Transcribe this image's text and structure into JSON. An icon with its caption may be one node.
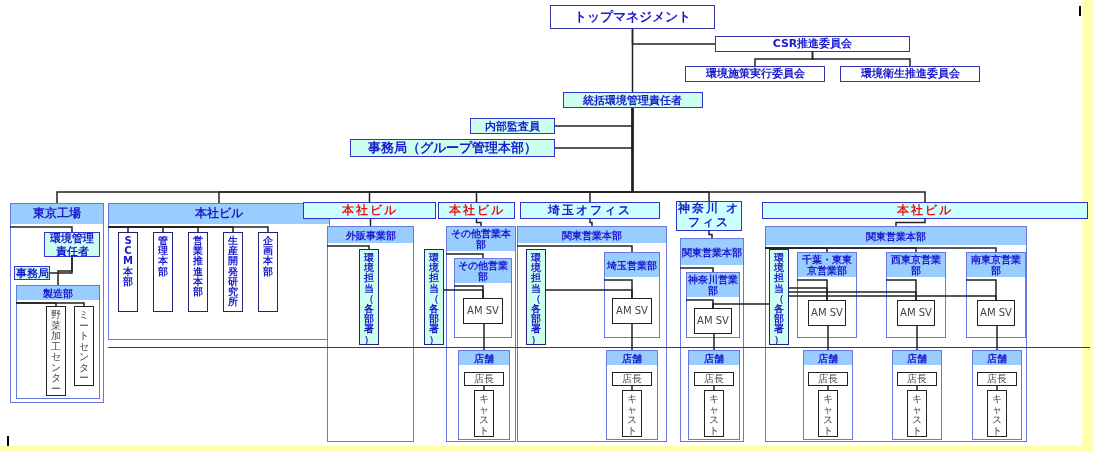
{
  "diagram": {
    "nodes": [
      {
        "text": [
          "トップマネジメント"
        ]
      },
      {
        "text": [
          "CSR推進委員会"
        ]
      },
      {
        "text": [
          "環境施策実行委員会"
        ]
      },
      {
        "text": [
          "環境衛生推進委員会"
        ]
      },
      {
        "text": [
          "統括環境管理責任者"
        ]
      },
      {
        "text": [
          "内部監査員"
        ]
      },
      {
        "text": [
          "事務局（グループ管理本部）"
        ]
      },
      {
        "text": [
          "東京工場"
        ]
      },
      {
        "text": [
          "環境管理責任者"
        ],
        "in": 7
      },
      {
        "text": [
          "事務局"
        ],
        "in": 7
      },
      {
        "text": [
          "製造部"
        ],
        "in": 7
      },
      {
        "text": [
          "野菜加工センター"
        ],
        "in": 10
      },
      {
        "text": [
          "ミートセンター"
        ],
        "in": 10
      },
      {
        "text": [
          "本社ビル"
        ]
      },
      {
        "text": [
          "SCM本部"
        ],
        "in": 13
      },
      {
        "text": [
          "管理本部"
        ],
        "in": 13
      },
      {
        "text": [
          "営業推進本部"
        ],
        "in": 13
      },
      {
        "text": [
          "生産開発研究所"
        ],
        "in": 13
      },
      {
        "text": [
          "企画本部"
        ],
        "in": 13
      },
      {
        "text": [
          "本社ビル"
        ]
      },
      {
        "text": [
          "外販事業部"
        ]
      },
      {
        "text": [
          "環境担当（各部署）"
        ],
        "in": 20
      },
      {
        "text": [
          "本社ビル"
        ]
      },
      {
        "text": [
          "その他営業本部"
        ]
      },
      {
        "text": [
          "環境担当（各部署）"
        ]
      },
      {
        "text": [
          "その他営業部"
        ],
        "in": 23
      },
      {
        "text": [
          "AM SV"
        ],
        "in": 25
      },
      {
        "text": [
          "店舗"
        ],
        "in": 23
      },
      {
        "text": [
          "店長"
        ],
        "in": 27
      },
      {
        "text": [
          "キャスト"
        ],
        "in": 27
      },
      {
        "text": [
          "埼玉オフィス"
        ]
      },
      {
        "text": [
          "関東営業本部"
        ]
      },
      {
        "text": [
          "環境担当（各部署）"
        ],
        "in": 31
      },
      {
        "text": [
          "埼玉営業部"
        ],
        "in": 31
      },
      {
        "text": [
          "AM SV"
        ],
        "in": 33
      },
      {
        "text": [
          "店舗"
        ],
        "in": 31
      },
      {
        "text": [
          "店長"
        ],
        "in": 35
      },
      {
        "text": [
          "キャスト"
        ],
        "in": 35
      },
      {
        "text": [
          "神奈川 オフィス"
        ]
      },
      {
        "text": [
          "関東営業本部"
        ]
      },
      {
        "text": [
          "神奈川営業部"
        ],
        "in": 39
      },
      {
        "text": [
          "AM SV"
        ],
        "in": 40
      },
      {
        "text": [
          "店舗"
        ],
        "in": 39
      },
      {
        "text": [
          "店長"
        ],
        "in": 42
      },
      {
        "text": [
          "キャスト"
        ],
        "in": 42
      },
      {
        "text": [
          "本社ビル"
        ]
      },
      {
        "text": [
          "関東営業本部"
        ]
      },
      {
        "text": [
          "環境担当（各部署）"
        ],
        "in": 46
      },
      {
        "text": [
          "千葉・東東京営業部"
        ],
        "in": 46
      },
      {
        "text": [
          "AM SV"
        ],
        "in": 48
      },
      {
        "text": [
          "店舗"
        ],
        "in": 46
      },
      {
        "text": [
          "店長"
        ],
        "in": 50
      },
      {
        "text": [
          "キャスト"
        ],
        "in": 50
      },
      {
        "text": [
          "西東京営業部"
        ],
        "in": 46
      },
      {
        "text": [
          "AM SV"
        ],
        "in": 53
      },
      {
        "text": [
          "店舗"
        ],
        "in": 46
      },
      {
        "text": [
          "店長"
        ],
        "in": 55
      },
      {
        "text": [
          "キャスト"
        ],
        "in": 55
      },
      {
        "text": [
          "南東京営業部"
        ],
        "in": 46
      },
      {
        "text": [
          "AM SV"
        ],
        "in": 58
      },
      {
        "text": [
          "店舗"
        ],
        "in": 46
      },
      {
        "text": [
          "店長"
        ],
        "in": 60
      },
      {
        "text": [
          "キャスト"
        ],
        "in": 60
      }
    ],
    "edges": [
      {
        "from": 0,
        "to": 4,
        "arrow": "none"
      },
      {
        "from": 0,
        "to": 1,
        "arrow": "none"
      },
      {
        "from": 1,
        "to": 2,
        "arrow": "none"
      },
      {
        "from": 1,
        "to": 3,
        "arrow": "none"
      },
      {
        "from": 4,
        "to": 5,
        "arrow": "none"
      },
      {
        "from": 4,
        "to": 6,
        "arrow": "none"
      },
      {
        "from": 4,
        "to": 7,
        "arrow": "none"
      },
      {
        "from": 4,
        "to": 13,
        "arrow": "none"
      },
      {
        "from": 4,
        "to": 19,
        "arrow": "none"
      },
      {
        "from": 4,
        "to": 22,
        "arrow": "none"
      },
      {
        "from": 4,
        "to": 30,
        "arrow": "none"
      },
      {
        "from": 4,
        "to": 38,
        "arrow": "none"
      },
      {
        "from": 4,
        "to": 45,
        "arrow": "none"
      },
      {
        "from": 7,
        "to": 8,
        "arrow": "none"
      },
      {
        "from": 8,
        "to": 9,
        "arrow": "none"
      },
      {
        "from": 8,
        "to": 10,
        "arrow": "none"
      },
      {
        "from": 10,
        "to": 11,
        "arrow": "none"
      },
      {
        "from": 10,
        "to": 12,
        "arrow": "none"
      },
      {
        "from": 13,
        "to": 14,
        "arrow": "none"
      },
      {
        "from": 13,
        "to": 15,
        "arrow": "none"
      },
      {
        "from": 13,
        "to": 16,
        "arrow": "none"
      },
      {
        "from": 13,
        "to": 17,
        "arrow": "none"
      },
      {
        "from": 13,
        "to": 18,
        "arrow": "none"
      },
      {
        "from": 19,
        "to": 20,
        "arrow": "none"
      },
      {
        "from": 20,
        "to": 21,
        "arrow": "none"
      },
      {
        "from": 22,
        "to": 23,
        "arrow": "none"
      },
      {
        "from": 23,
        "to": 25,
        "arrow": "none"
      },
      {
        "from": 24,
        "to": 26,
        "arrow": "none"
      },
      {
        "from": 25,
        "to": 26,
        "arrow": "none"
      },
      {
        "from": 26,
        "to": 27,
        "arrow": "none"
      },
      {
        "from": 28,
        "to": 29,
        "arrow": "none"
      },
      {
        "from": 30,
        "to": 31,
        "arrow": "none"
      },
      {
        "from": 31,
        "to": 33,
        "arrow": "none"
      },
      {
        "from": 32,
        "to": 34,
        "arrow": "none"
      },
      {
        "from": 33,
        "to": 34,
        "arrow": "none"
      },
      {
        "from": 34,
        "to": 35,
        "arrow": "none"
      },
      {
        "from": 36,
        "to": 37,
        "arrow": "none"
      },
      {
        "from": 38,
        "to": 39,
        "arrow": "none"
      },
      {
        "from": 39,
        "to": 40,
        "arrow": "none"
      },
      {
        "from": 40,
        "to": 41,
        "arrow": "none"
      },
      {
        "from": 47,
        "to": 41,
        "arrow": "none"
      },
      {
        "from": 41,
        "to": 42,
        "arrow": "none"
      },
      {
        "from": 43,
        "to": 44,
        "arrow": "none"
      },
      {
        "from": 45,
        "to": 46,
        "arrow": "none"
      },
      {
        "from": 46,
        "to": 48,
        "arrow": "none"
      },
      {
        "from": 46,
        "to": 53,
        "arrow": "none"
      },
      {
        "from": 46,
        "to": 58,
        "arrow": "none"
      },
      {
        "from": 47,
        "to": 49,
        "arrow": "none"
      },
      {
        "from": 47,
        "to": 54,
        "arrow": "none"
      },
      {
        "from": 47,
        "to": 59,
        "arrow": "none"
      },
      {
        "from": 48,
        "to": 49,
        "arrow": "none"
      },
      {
        "from": 49,
        "to": 50,
        "arrow": "none"
      },
      {
        "from": 51,
        "to": 52,
        "arrow": "none"
      },
      {
        "from": 53,
        "to": 54,
        "arrow": "none"
      },
      {
        "from": 54,
        "to": 55,
        "arrow": "none"
      },
      {
        "from": 56,
        "to": 57,
        "arrow": "none"
      },
      {
        "from": 58,
        "to": 59,
        "arrow": "none"
      },
      {
        "from": 59,
        "to": 60,
        "arrow": "none"
      },
      {
        "from": 61,
        "to": 62,
        "arrow": "none"
      }
    ]
  }
}
